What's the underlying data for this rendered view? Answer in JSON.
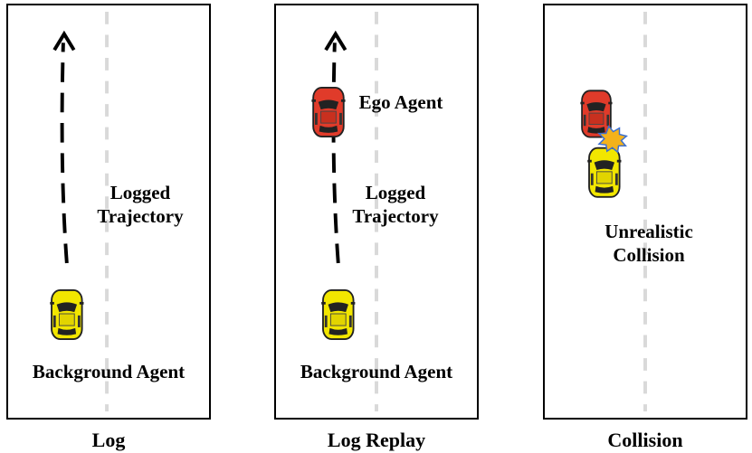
{
  "panels": [
    {
      "caption": "Log",
      "labels": {
        "trajectory_line1": "Logged",
        "trajectory_line2": "Trajectory",
        "background": "Background Agent"
      }
    },
    {
      "caption": "Log Replay",
      "labels": {
        "ego": "Ego Agent",
        "trajectory_line1": "Logged",
        "trajectory_line2": "Trajectory",
        "background": "Background Agent"
      }
    },
    {
      "caption": "Collision",
      "labels": {
        "collision_line1": "Unrealistic",
        "collision_line2": "Collision"
      }
    }
  ],
  "colors": {
    "background_agent": "#f2e600",
    "ego_agent": "#e03b2a",
    "lane_marking": "#d9d9d9",
    "collision_burst": "#f4b21b",
    "collision_burst_outline": "#3a6fd1"
  },
  "icons": [
    "car-icon",
    "arrow-up-icon",
    "collision-burst-icon"
  ]
}
